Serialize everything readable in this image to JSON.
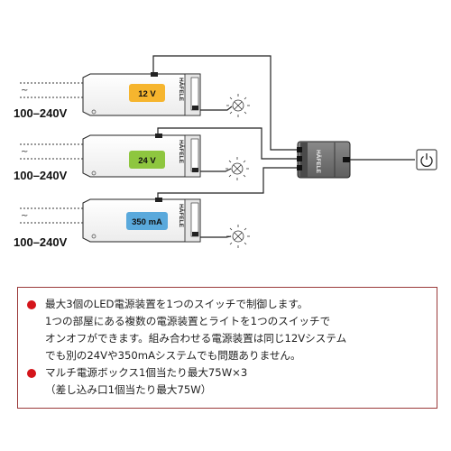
{
  "diagram": {
    "inputs": [
      {
        "voltage": "100–240V"
      },
      {
        "voltage": "100–240V"
      },
      {
        "voltage": "100–240V"
      }
    ],
    "drivers": [
      {
        "label": "12 V",
        "color": "#f6b52e",
        "brand": "HÄFELE"
      },
      {
        "label": "24 V",
        "color": "#8ec63f",
        "brand": "HÄFELE"
      },
      {
        "label": "350 mA",
        "color": "#5aa9dc",
        "brand": "HÄFELE"
      }
    ],
    "distributor": {
      "brand": "HÄFELE"
    },
    "switch_icon": "power-icon",
    "lamp_icon": "lamp-icon"
  },
  "notes": {
    "bullet_color": "#d4151b",
    "item1": {
      "line1": "最大3個のLED電源装置を1つのスイッチで制御します。",
      "line2": "1つの部屋にある複数の電源装置とライトを1つのスイッチで",
      "line3": "オンオフができます。組み合わせる電源装置は同じ12Vシステム",
      "line4": "でも別の24Vや350mAシステムでも問題ありません。"
    },
    "item2": {
      "line1": "マルチ電源ボックス1個当たり最大75W×3",
      "line2": "（差し込み口1個当たり最大75W）"
    }
  }
}
